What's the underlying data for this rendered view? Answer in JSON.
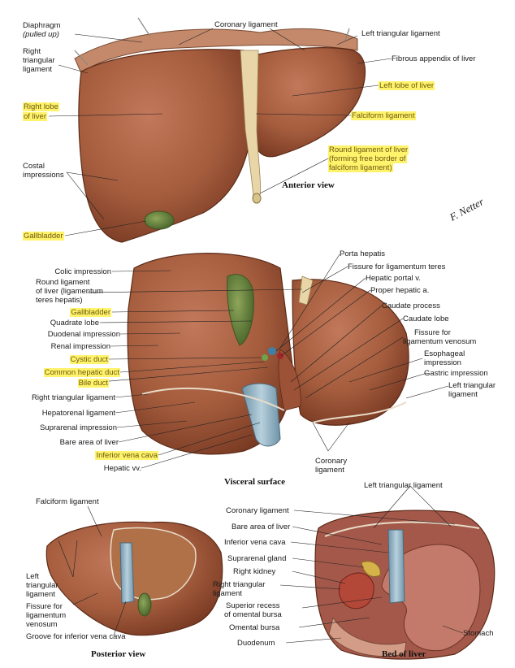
{
  "anterior": {
    "title": "Anterior view",
    "labels": {
      "diaphragm": "Diaphragm",
      "pulled_up": "(pulled up)",
      "coronary": "Coronary ligament",
      "left_triangular": "Left triangular ligament",
      "right_triangular_1": "Right",
      "right_triangular_2": "triangular",
      "right_triangular_3": "ligament",
      "fibrous": "Fibrous appendix of liver",
      "left_lobe": "Left lobe of liver",
      "right_lobe_1": "Right lobe",
      "right_lobe_2": "of liver",
      "falciform": "Falciform ligament",
      "costal_1": "Costal",
      "costal_2": "impressions",
      "round_1": "Round ligament of liver",
      "round_2": "(forming free border of",
      "round_3": "falciform ligament)",
      "gallbladder": "Gallbladder"
    }
  },
  "visceral": {
    "title": "Visceral surface",
    "labels": {
      "porta": "Porta hepatis",
      "fissure_teres": "Fissure for ligamentum teres",
      "colic": "Colic impression",
      "hepatic_portal": "Hepatic portal v.",
      "round_1": "Round ligament",
      "round_2": "of liver (ligamentum",
      "round_3": "teres hepatis)",
      "proper_hepatic": "Proper hepatic a.",
      "gallbladder": "Gallbladder",
      "caudate_process": "Caudate process",
      "quadrate": "Quadrate lobe",
      "caudate_lobe": "Caudate lobe",
      "duodenal": "Duodenal impression",
      "fissure_venosum_1": "Fissure for",
      "fissure_venosum_2": "ligamentum venosum",
      "renal": "Renal impression",
      "cystic": "Cystic duct",
      "esophageal_1": "Esophageal",
      "esophageal_2": "impression",
      "common_hepatic": "Common hepatic duct",
      "gastric": "Gastric impression",
      "bile": "Bile duct",
      "right_triangular": "Right triangular ligament",
      "left_triangular_1": "Left triangular",
      "left_triangular_2": "ligament",
      "hepatorenal": "Hepatorenal ligament",
      "suprarenal": "Suprarenal impression",
      "bare_area": "Bare area of liver",
      "ivc": "Inferior vena cava",
      "hepatic_vv": "Hepatic vv.",
      "coronary_1": "Coronary",
      "coronary_2": "ligament"
    }
  },
  "posterior": {
    "title": "Posterior view",
    "labels": {
      "falciform": "Falciform ligament",
      "left_tri_1": "Left",
      "left_tri_2": "triangular",
      "left_tri_3": "ligament",
      "fissure_1": "Fissure for",
      "fissure_2": "ligamentum",
      "fissure_3": "venosum",
      "groove": "Groove for inferior vena cava"
    }
  },
  "middle": {
    "coronary": "Coronary ligament",
    "bare_area": "Bare area of liver",
    "ivc": "Inferior vena cava",
    "suprarenal": "Suprarenal gland",
    "right_tri_1": "Right triangular",
    "right_tri_2": "ligament",
    "right_kidney": "Right kidney",
    "superior_recess_1": "Superior recess",
    "superior_recess_2": "of omental bursa",
    "omental": "Omental bursa",
    "duodenum": "Duodenum"
  },
  "bed": {
    "title": "Bed of liver",
    "labels": {
      "left_triangular": "Left triangular ligament",
      "stomach": "Stomach"
    }
  },
  "signature": "F. Netter",
  "colors": {
    "liver": "#a8603f",
    "liver_dark": "#7d3e26",
    "gallbladder": "#5f7a38",
    "vena_cava": "#8fb2c6",
    "highlight": "#fff36b"
  }
}
